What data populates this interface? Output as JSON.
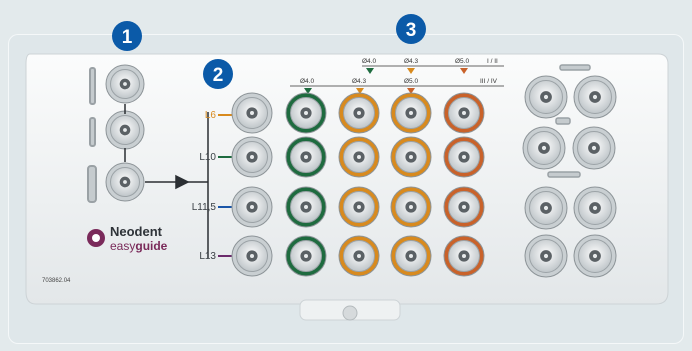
{
  "callouts": [
    "1",
    "2",
    "3"
  ],
  "diameter_header_top": [
    "Ø4.0",
    "Ø4.3",
    "Ø5.0",
    "I / II"
  ],
  "diameter_header_bottom": [
    "Ø4.0",
    "Ø4.3",
    "Ø5.0",
    "III / IV"
  ],
  "row_labels": [
    "L6",
    "L10",
    "L11,5",
    "L13"
  ],
  "brand": {
    "name": "Neodent",
    "product_prefix": "easy",
    "product_suffix": "guide"
  },
  "part_number": "703862.04",
  "colors": {
    "callout": "#0b5aa8",
    "green": "#1e6b3f",
    "orange": "#d88a1e",
    "rust": "#c9622a",
    "blue": "#1a56a8",
    "purple": "#6b2a6b",
    "brand": "#7a2a5a",
    "tray": "#f4f6f7"
  },
  "icons": [
    "drill-bit-icon",
    "implant-driver-icon",
    "arrow-right-icon"
  ]
}
